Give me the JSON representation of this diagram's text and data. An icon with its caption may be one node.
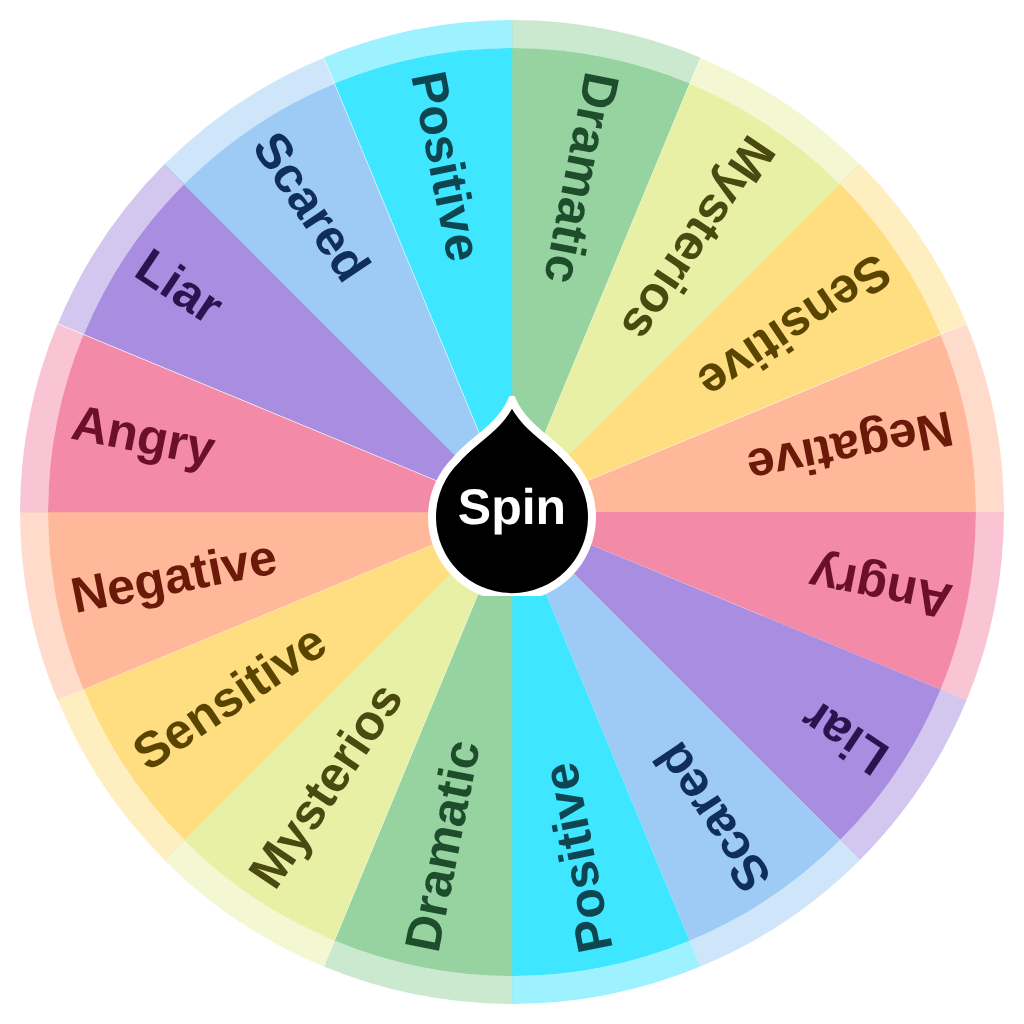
{
  "diagram": {
    "nodes": [
      {
        "text": [
          "Dramatic"
        ]
      },
      {
        "text": [
          "Mysterios"
        ]
      },
      {
        "text": [
          "Sensitive"
        ]
      },
      {
        "text": [
          "Negative"
        ]
      },
      {
        "text": [
          "Angry"
        ]
      },
      {
        "text": [
          "Liar"
        ]
      },
      {
        "text": [
          "Scared"
        ]
      },
      {
        "text": [
          "Positive"
        ]
      },
      {
        "text": [
          "Dramatic"
        ]
      },
      {
        "text": [
          "Mysterios"
        ]
      },
      {
        "text": [
          "Sensitive"
        ]
      },
      {
        "text": [
          "Negative"
        ]
      },
      {
        "text": [
          "Angry"
        ]
      },
      {
        "text": [
          "Liar"
        ]
      },
      {
        "text": [
          "Scared"
        ]
      },
      {
        "text": [
          "Positive"
        ]
      },
      {
        "text": [
          "Spin"
        ]
      }
    ]
  }
}
